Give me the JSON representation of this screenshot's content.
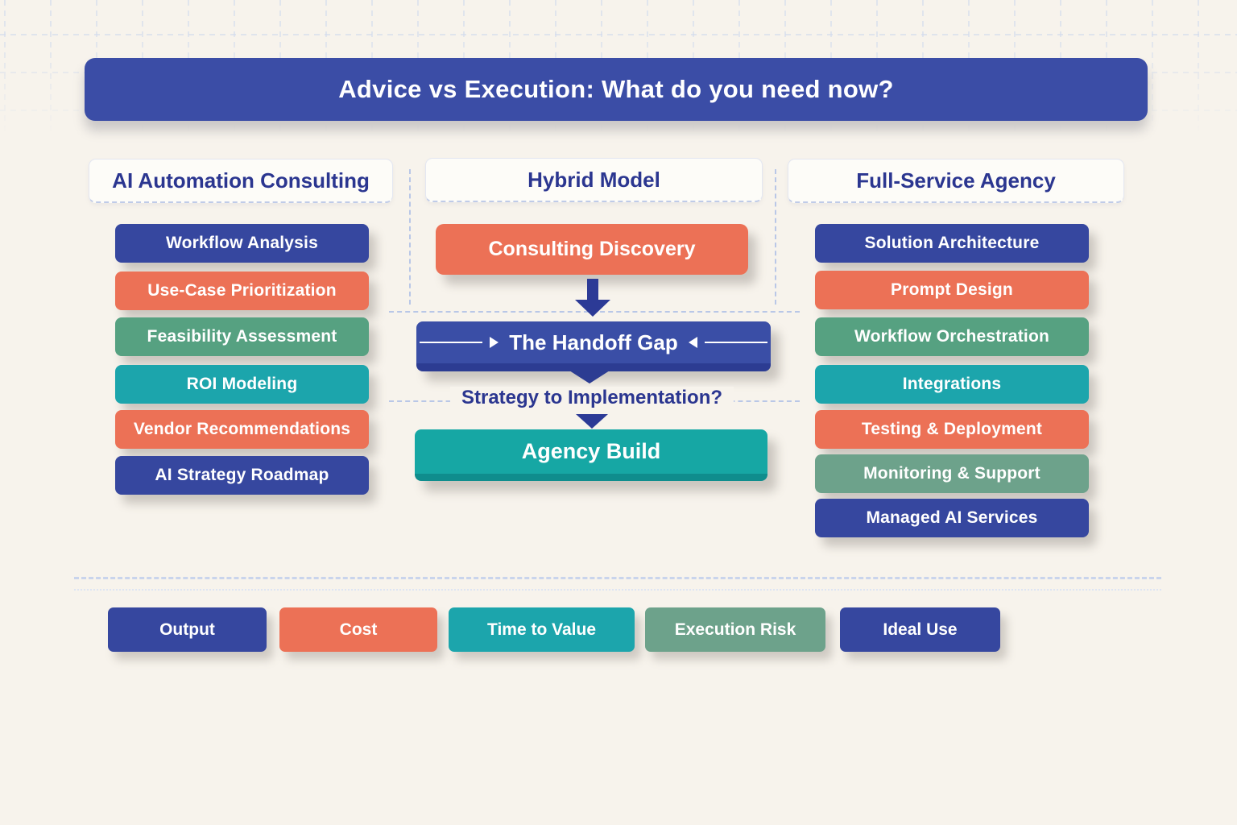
{
  "title": {
    "text": "Advice vs Execution: What do you need now?"
  },
  "columns": [
    {
      "header": "AI Automation Consulting",
      "items": [
        {
          "label": "Workflow Analysis",
          "color": "blue"
        },
        {
          "label": "Use-Case Prioritization",
          "color": "orange"
        },
        {
          "label": "Feasibility Assessment",
          "color": "green"
        },
        {
          "label": "ROI Modeling",
          "color": "teal"
        },
        {
          "label": "Vendor Recommendations",
          "color": "orange"
        },
        {
          "label": "AI Strategy Roadmap",
          "color": "blue"
        }
      ]
    },
    {
      "header": "Hybrid Model",
      "flow": {
        "discovery": {
          "label": "Consulting Discovery",
          "color": "orange"
        },
        "gap": {
          "label": "The Handoff Gap",
          "color": "blue"
        },
        "question": "Strategy to Implementation?",
        "build": {
          "label": "Agency Build",
          "color": "teal"
        }
      }
    },
    {
      "header": "Full-Service Agency",
      "items": [
        {
          "label": "Solution Architecture",
          "color": "blue"
        },
        {
          "label": "Prompt Design",
          "color": "orange"
        },
        {
          "label": "Workflow Orchestration",
          "color": "green"
        },
        {
          "label": "Integrations",
          "color": "teal"
        },
        {
          "label": "Testing & Deployment",
          "color": "orange"
        },
        {
          "label": "Monitoring & Support",
          "color": "sage"
        },
        {
          "label": "Managed AI Services",
          "color": "blue"
        }
      ]
    }
  ],
  "footer": {
    "buttons": [
      {
        "label": "Output",
        "color": "blue"
      },
      {
        "label": "Cost",
        "color": "orange"
      },
      {
        "label": "Time to Value",
        "color": "teal"
      },
      {
        "label": "Execution Risk",
        "color": "sage"
      },
      {
        "label": "Ideal Use",
        "color": "blue"
      }
    ]
  },
  "colors": {
    "blue": "#36479f",
    "banner_blue": "#3b4da6",
    "navy_text": "#2b3690",
    "orange": "#ec7156",
    "green": "#56a181",
    "sage": "#6da28b",
    "teal": "#1ca5ac",
    "agency_teal": "#16a7a4",
    "background": "#f7f3ec",
    "grid_line": "#c9d6ee",
    "dashed_guide": "#b9c7e7"
  }
}
